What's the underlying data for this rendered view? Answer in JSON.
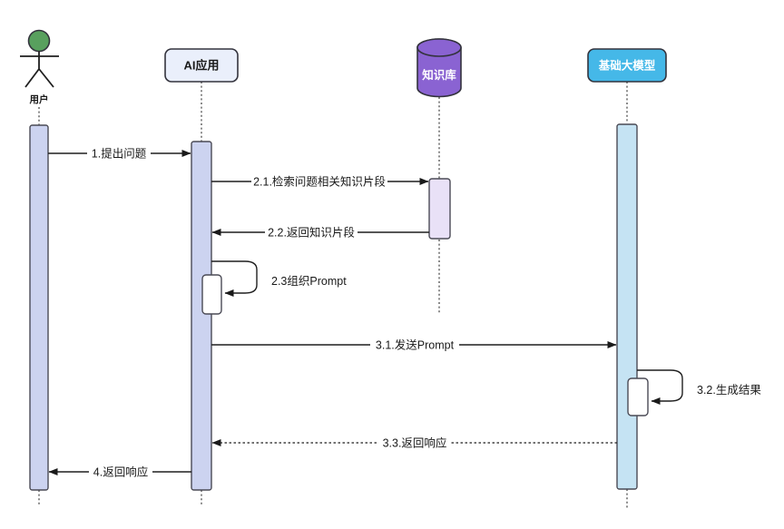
{
  "diagram": {
    "kind": "uml-sequence-diagram"
  },
  "participants": [
    {
      "id": "user",
      "label": "用户",
      "kind": "actor",
      "fill": "#58a05e"
    },
    {
      "id": "ai-app",
      "label": "AI应用",
      "kind": "box",
      "fill": "#eaeffb"
    },
    {
      "id": "knowledge-base",
      "label": "知识库",
      "kind": "database",
      "fill": "#8a63d2"
    },
    {
      "id": "base-model",
      "label": "基础大模型",
      "kind": "box",
      "fill": "#45b8e8"
    }
  ],
  "messages": [
    {
      "seq": "1",
      "label": "1.提出问题",
      "from": "user",
      "to": "ai-app",
      "style": "solid"
    },
    {
      "seq": "2.1",
      "label": "2.1.检索问题相关知识片段",
      "from": "ai-app",
      "to": "knowledge-base",
      "style": "solid"
    },
    {
      "seq": "2.2",
      "label": "2.2.返回知识片段",
      "from": "knowledge-base",
      "to": "ai-app",
      "style": "solid"
    },
    {
      "seq": "2.3",
      "label": "2.3组织Prompt",
      "from": "ai-app",
      "to": "ai-app",
      "style": "self"
    },
    {
      "seq": "3.1",
      "label": "3.1.发送Prompt",
      "from": "ai-app",
      "to": "base-model",
      "style": "solid"
    },
    {
      "seq": "3.2",
      "label": "3.2.生成结果",
      "from": "base-model",
      "to": "base-model",
      "style": "self"
    },
    {
      "seq": "3.3",
      "label": "3.3.返回响应",
      "from": "base-model",
      "to": "ai-app",
      "style": "dashed"
    },
    {
      "seq": "4",
      "label": "4.返回响应",
      "from": "ai-app",
      "to": "user",
      "style": "solid"
    }
  ],
  "colors": {
    "actor_head": "#58a05e",
    "ai_box_fill": "#eaeffb",
    "kb_fill": "#8a63d2",
    "model_fill": "#45b8e8",
    "activation_fill": "#ccd3f0",
    "kb_activation_fill": "#e9e1f7",
    "model_activation_fill": "#c5e3f3",
    "self_box_fill": "#ffffff",
    "line": "#1f1f1f",
    "lifeline": "#5a5a5a",
    "text": "#1a1a1a"
  }
}
